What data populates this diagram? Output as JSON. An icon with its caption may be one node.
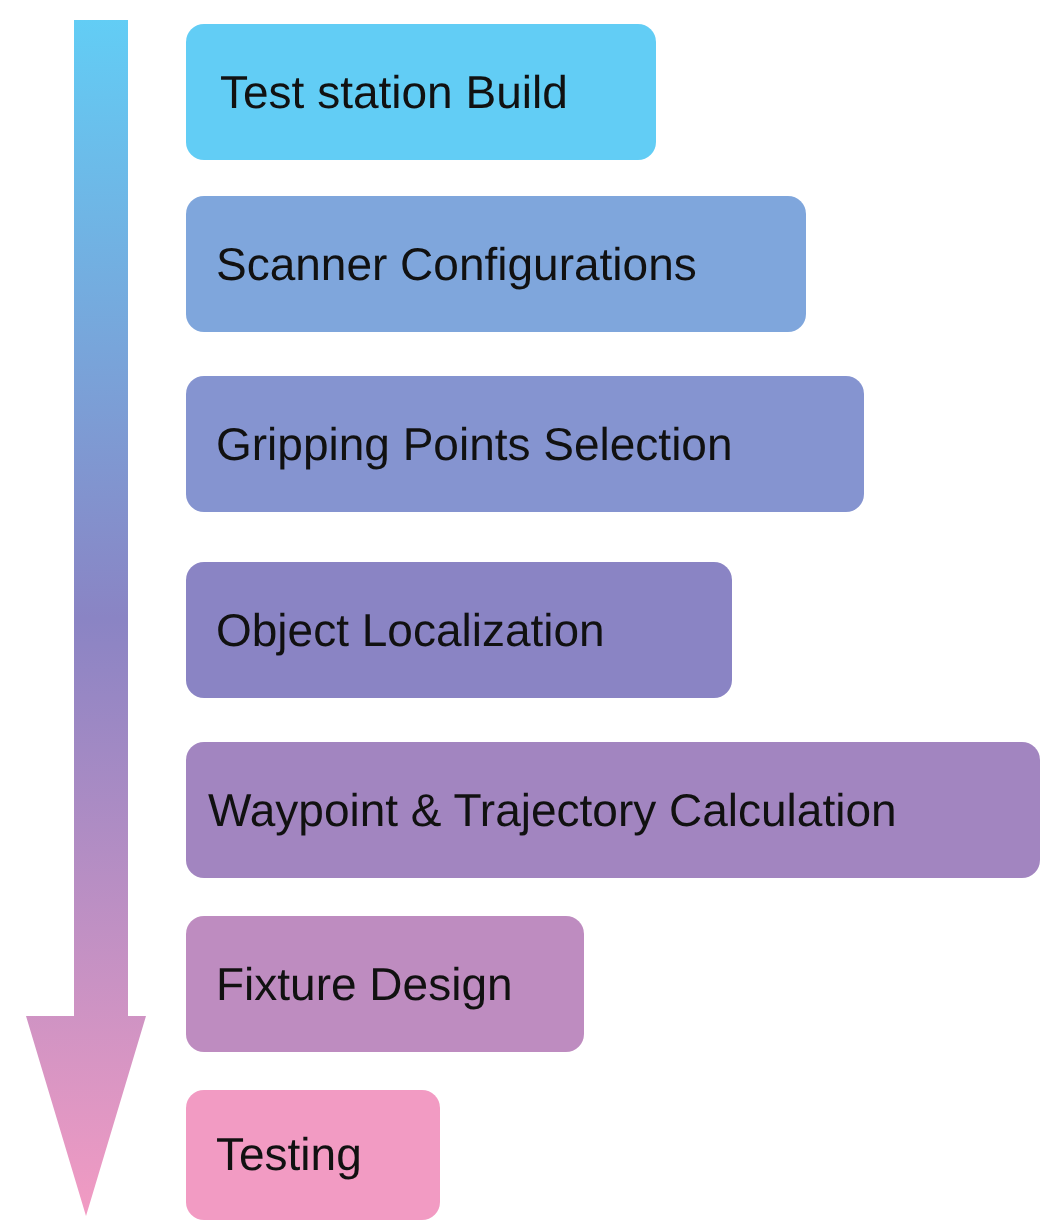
{
  "diagram": {
    "nodes": [
      {
        "text": [
          "Test station Build"
        ]
      },
      {
        "text": [
          "Scanner Configurations"
        ]
      },
      {
        "text": [
          "Gripping Points Selection"
        ]
      },
      {
        "text": [
          "Object Localization"
        ]
      },
      {
        "text": [
          "Waypoint & Trajectory Calculation"
        ]
      },
      {
        "text": [
          "Fixture Design"
        ]
      },
      {
        "text": [
          "Testing"
        ]
      }
    ]
  }
}
